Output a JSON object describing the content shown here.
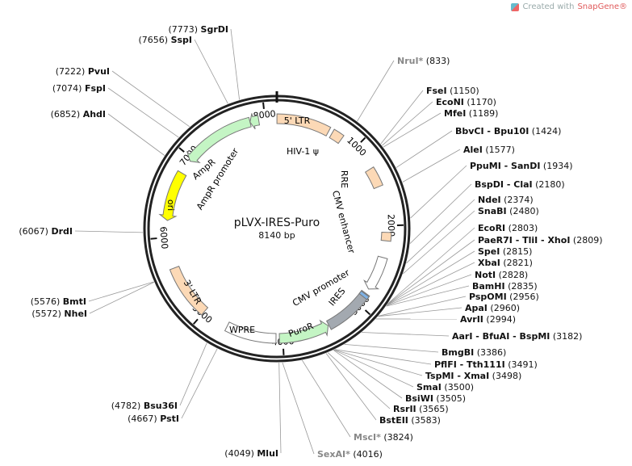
{
  "credit": {
    "prefix": "Created with",
    "brand": "SnapGene®"
  },
  "plasmid": {
    "name": "pLVX-IRES-Puro",
    "length_label": "8140 bp",
    "length": 8140
  },
  "ticks": [
    "1000",
    "2000",
    "3000",
    "4000",
    "5000",
    "6000",
    "7000",
    "8000"
  ],
  "features": [
    {
      "label": "5' LTR",
      "start": 1,
      "end": 634,
      "dir": 0,
      "color": "#fcd9b6"
    },
    {
      "label": "HIV-1 ψ",
      "start": 680,
      "end": 810,
      "dir": 0,
      "color": "#fcd9b6"
    },
    {
      "label": "RRE",
      "start": 1300,
      "end": 1530,
      "dir": 0,
      "color": "#fcd9b6"
    },
    {
      "label": "CMV enhancer",
      "start": 2080,
      "end": 2180,
      "dir": 0,
      "color": "#fcd9b6"
    },
    {
      "label": "CMV promoter",
      "start": 2380,
      "end": 2790,
      "dir": 1,
      "color": "#ffffff"
    },
    {
      "label": "IRES",
      "start": 2850,
      "end": 3430,
      "dir": 0,
      "color": "#a3a9b0"
    },
    {
      "label": "PuroR",
      "start": 3440,
      "end": 4040,
      "dir": -1,
      "color": "#c4f5c4"
    },
    {
      "label": "WPRE",
      "start": 4080,
      "end": 4680,
      "dir": 0,
      "color": "#ffffff"
    },
    {
      "label": "3' LTR",
      "start": 5000,
      "end": 5630,
      "dir": 0,
      "color": "#fcd9b6"
    },
    {
      "label": "ori",
      "start": 6200,
      "end": 6790,
      "dir": -1,
      "color": "#ffff00"
    },
    {
      "label": "AmpR",
      "start": 6960,
      "end": 7820,
      "dir": -1,
      "color": "#c4f5c4"
    },
    {
      "label": "AmpR promoter",
      "start": 7820,
      "end": 7925,
      "dir": -1,
      "color": "#c4f5c4"
    }
  ],
  "enzymes": [
    {
      "name": "NruI*",
      "pos": "833",
      "muted": true
    },
    {
      "name": "FseI",
      "pos": "1150"
    },
    {
      "name": "EcoNI",
      "pos": "1170"
    },
    {
      "name": "MfeI",
      "pos": "1189"
    },
    {
      "name": "BbvCI - Bpu10I",
      "pos": "1424"
    },
    {
      "name": "AleI",
      "pos": "1577"
    },
    {
      "name": "PpuMI - SanDI",
      "pos": "1934"
    },
    {
      "name": "BspDI - ClaI",
      "pos": "2180"
    },
    {
      "name": "NdeI",
      "pos": "2374"
    },
    {
      "name": "SnaBI",
      "pos": "2480"
    },
    {
      "name": "EcoRI",
      "pos": "2803"
    },
    {
      "name": "PaeR7I - TliI - XhoI",
      "pos": "2809"
    },
    {
      "name": "SpeI",
      "pos": "2815"
    },
    {
      "name": "XbaI",
      "pos": "2821"
    },
    {
      "name": "NotI",
      "pos": "2828"
    },
    {
      "name": "BamHI",
      "pos": "2835"
    },
    {
      "name": "PspOMI",
      "pos": "2956"
    },
    {
      "name": "ApaI",
      "pos": "2960"
    },
    {
      "name": "AvrII",
      "pos": "2994"
    },
    {
      "name": "AarI - BfuAI - BspMI",
      "pos": "3182"
    },
    {
      "name": "BmgBI",
      "pos": "3386"
    },
    {
      "name": "PflFI - Tth111I",
      "pos": "3491"
    },
    {
      "name": "TspMI - XmaI",
      "pos": "3498"
    },
    {
      "name": "SmaI",
      "pos": "3500"
    },
    {
      "name": "BsiWI",
      "pos": "3505"
    },
    {
      "name": "RsrII",
      "pos": "3565"
    },
    {
      "name": "BstEII",
      "pos": "3583"
    },
    {
      "name": "MscI*",
      "pos": "3824",
      "muted": true
    },
    {
      "name": "SexAI*",
      "pos": "4016",
      "muted": true
    },
    {
      "name": "MluI",
      "pos": "4049"
    },
    {
      "name": "Bsu36I",
      "pos": "4782"
    },
    {
      "name": "PstI",
      "pos": "4667"
    },
    {
      "name": "BmtI",
      "pos": "5576"
    },
    {
      "name": "NheI",
      "pos": "5572"
    },
    {
      "name": "DrdI",
      "pos": "6067"
    },
    {
      "name": "AhdI",
      "pos": "6852"
    },
    {
      "name": "FspI",
      "pos": "7074"
    },
    {
      "name": "PvuI",
      "pos": "7222"
    },
    {
      "name": "SspI",
      "pos": "7656"
    },
    {
      "name": "SgrDI",
      "pos": "7773"
    }
  ]
}
